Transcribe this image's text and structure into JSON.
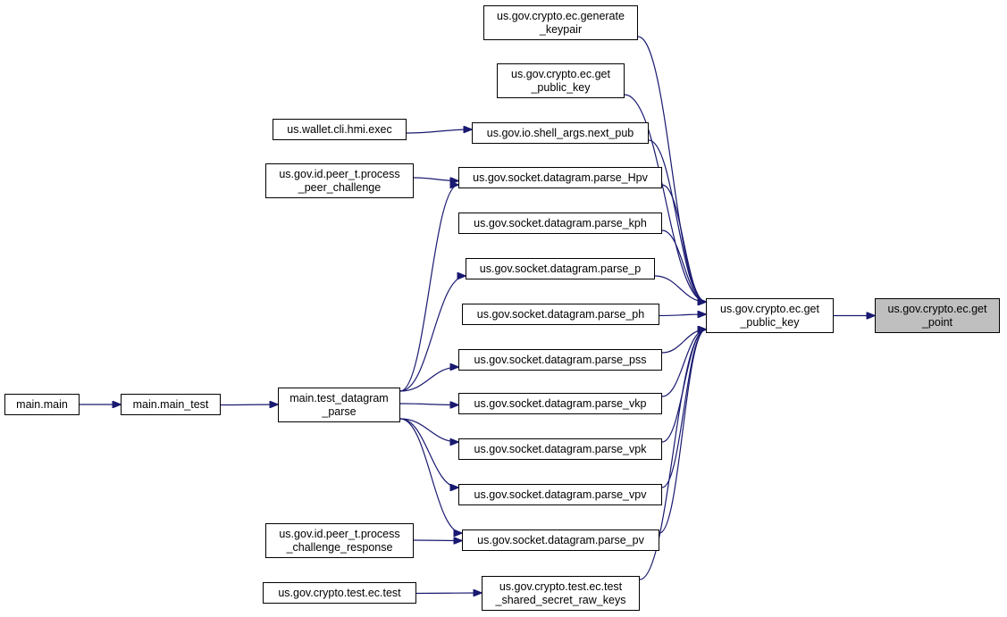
{
  "nodes": {
    "get_point": [
      "us.gov.crypto.ec.get",
      "_point"
    ],
    "get_public_key_main": [
      "us.gov.crypto.ec.get",
      "_public_key"
    ],
    "generate_keypair": [
      "us.gov.crypto.ec.generate",
      "_keypair"
    ],
    "get_public_key_overload": [
      "us.gov.crypto.ec.get",
      "_public_key"
    ],
    "next_pub": [
      "us.gov.io.shell_args.next_pub"
    ],
    "hmi_exec": [
      "us.wallet.cli.hmi.exec"
    ],
    "parse_hpv": [
      "us.gov.socket.datagram.parse_Hpv"
    ],
    "process_peer_challenge": [
      "us.gov.id.peer_t.process",
      "_peer_challenge"
    ],
    "parse_kph": [
      "us.gov.socket.datagram.parse_kph"
    ],
    "parse_p": [
      "us.gov.socket.datagram.parse_p"
    ],
    "parse_ph": [
      "us.gov.socket.datagram.parse_ph"
    ],
    "parse_pss": [
      "us.gov.socket.datagram.parse_pss"
    ],
    "parse_vkp": [
      "us.gov.socket.datagram.parse_vkp"
    ],
    "parse_vpk": [
      "us.gov.socket.datagram.parse_vpk"
    ],
    "parse_vpv": [
      "us.gov.socket.datagram.parse_vpv"
    ],
    "parse_pv": [
      "us.gov.socket.datagram.parse_pv"
    ],
    "process_challenge_response": [
      "us.gov.id.peer_t.process",
      "_challenge_response"
    ],
    "test_shared_secret": [
      "us.gov.crypto.test.ec.test",
      "_shared_secret_raw_keys"
    ],
    "ec_test": [
      "us.gov.crypto.test.ec.test"
    ],
    "test_datagram_parse": [
      "main.test_datagram",
      "_parse"
    ],
    "main_test": [
      "main.main_test"
    ],
    "main_main": [
      "main.main"
    ]
  },
  "edges": [
    [
      "get_public_key_main",
      "get_point"
    ],
    [
      "generate_keypair",
      "get_public_key_main"
    ],
    [
      "get_public_key_overload",
      "get_public_key_main"
    ],
    [
      "next_pub",
      "get_public_key_main"
    ],
    [
      "parse_hpv",
      "get_public_key_main"
    ],
    [
      "parse_kph",
      "get_public_key_main"
    ],
    [
      "parse_p",
      "get_public_key_main"
    ],
    [
      "parse_ph",
      "get_public_key_main"
    ],
    [
      "parse_pss",
      "get_public_key_main"
    ],
    [
      "parse_vkp",
      "get_public_key_main"
    ],
    [
      "parse_vpk",
      "get_public_key_main"
    ],
    [
      "parse_vpv",
      "get_public_key_main"
    ],
    [
      "parse_pv",
      "get_public_key_main"
    ],
    [
      "test_shared_secret",
      "get_public_key_main"
    ],
    [
      "hmi_exec",
      "next_pub"
    ],
    [
      "process_peer_challenge",
      "parse_hpv"
    ],
    [
      "test_datagram_parse",
      "parse_hpv"
    ],
    [
      "test_datagram_parse",
      "parse_p"
    ],
    [
      "test_datagram_parse",
      "parse_pss"
    ],
    [
      "test_datagram_parse",
      "parse_vkp"
    ],
    [
      "test_datagram_parse",
      "parse_vpk"
    ],
    [
      "test_datagram_parse",
      "parse_vpv"
    ],
    [
      "test_datagram_parse",
      "parse_pv"
    ],
    [
      "process_challenge_response",
      "parse_pv"
    ],
    [
      "ec_test",
      "test_shared_secret"
    ],
    [
      "main_test",
      "test_datagram_parse"
    ],
    [
      "main_main",
      "main_test"
    ]
  ],
  "colors": {
    "edge": "#191970",
    "node_border": "#000000",
    "node_fill": "#ffffff",
    "focus_fill": "#bfbfbf"
  }
}
